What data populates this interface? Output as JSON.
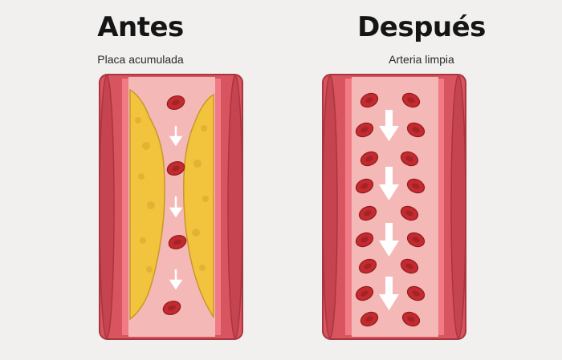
{
  "panels": {
    "before": {
      "title": "Antes",
      "subtitle": "Placa acumulada"
    },
    "after": {
      "title": "Después",
      "subtitle": "Arteria limpia"
    }
  },
  "colors": {
    "background": "#f1f0ef",
    "vessel_wall": "#d8545e",
    "vessel_wall_light": "#f07a86",
    "lumen": "#f4b9b7",
    "plaque": "#f2c33c",
    "red_cell": "#c42a2e",
    "flow_arrow": "#ffffff"
  },
  "icons": {
    "red_blood_cell": "red-blood-cell-icon",
    "flow_arrow": "arrow-down-icon",
    "plaque": "plaque-deposit"
  }
}
